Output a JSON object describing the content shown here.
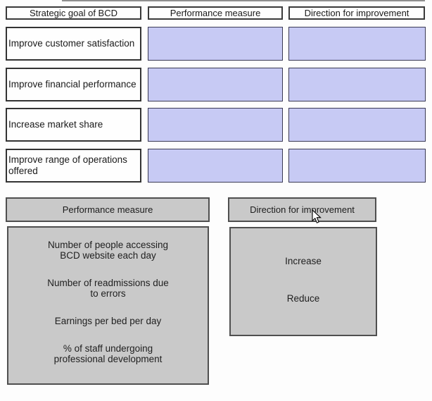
{
  "colors": {
    "slot_fill": "#c7caf4",
    "slot_border": "#3a3a55",
    "panel_fill": "#c9c9c9",
    "panel_border": "#4f4f4f"
  },
  "icons": {
    "cursor": "arrow-pointer"
  },
  "matching_table": {
    "column_headers": [
      "Strategic goal of BCD",
      "Performance measure",
      "Direction for improvement"
    ],
    "rows": [
      "Improve customer satisfaction",
      "Improve financial performance",
      "Increase market share",
      "Improve range of operations offered"
    ]
  },
  "answer_panels": {
    "performance_measure": {
      "title": "Performance measure",
      "items": [
        "Number of people accessing\nBCD website each day",
        "Number of readmissions due\nto errors",
        "Earnings per bed per day",
        "% of staff undergoing\nprofessional development"
      ]
    },
    "direction_for_improvement": {
      "title": "Direction for improvement",
      "items": [
        "Increase",
        "Reduce"
      ]
    }
  }
}
